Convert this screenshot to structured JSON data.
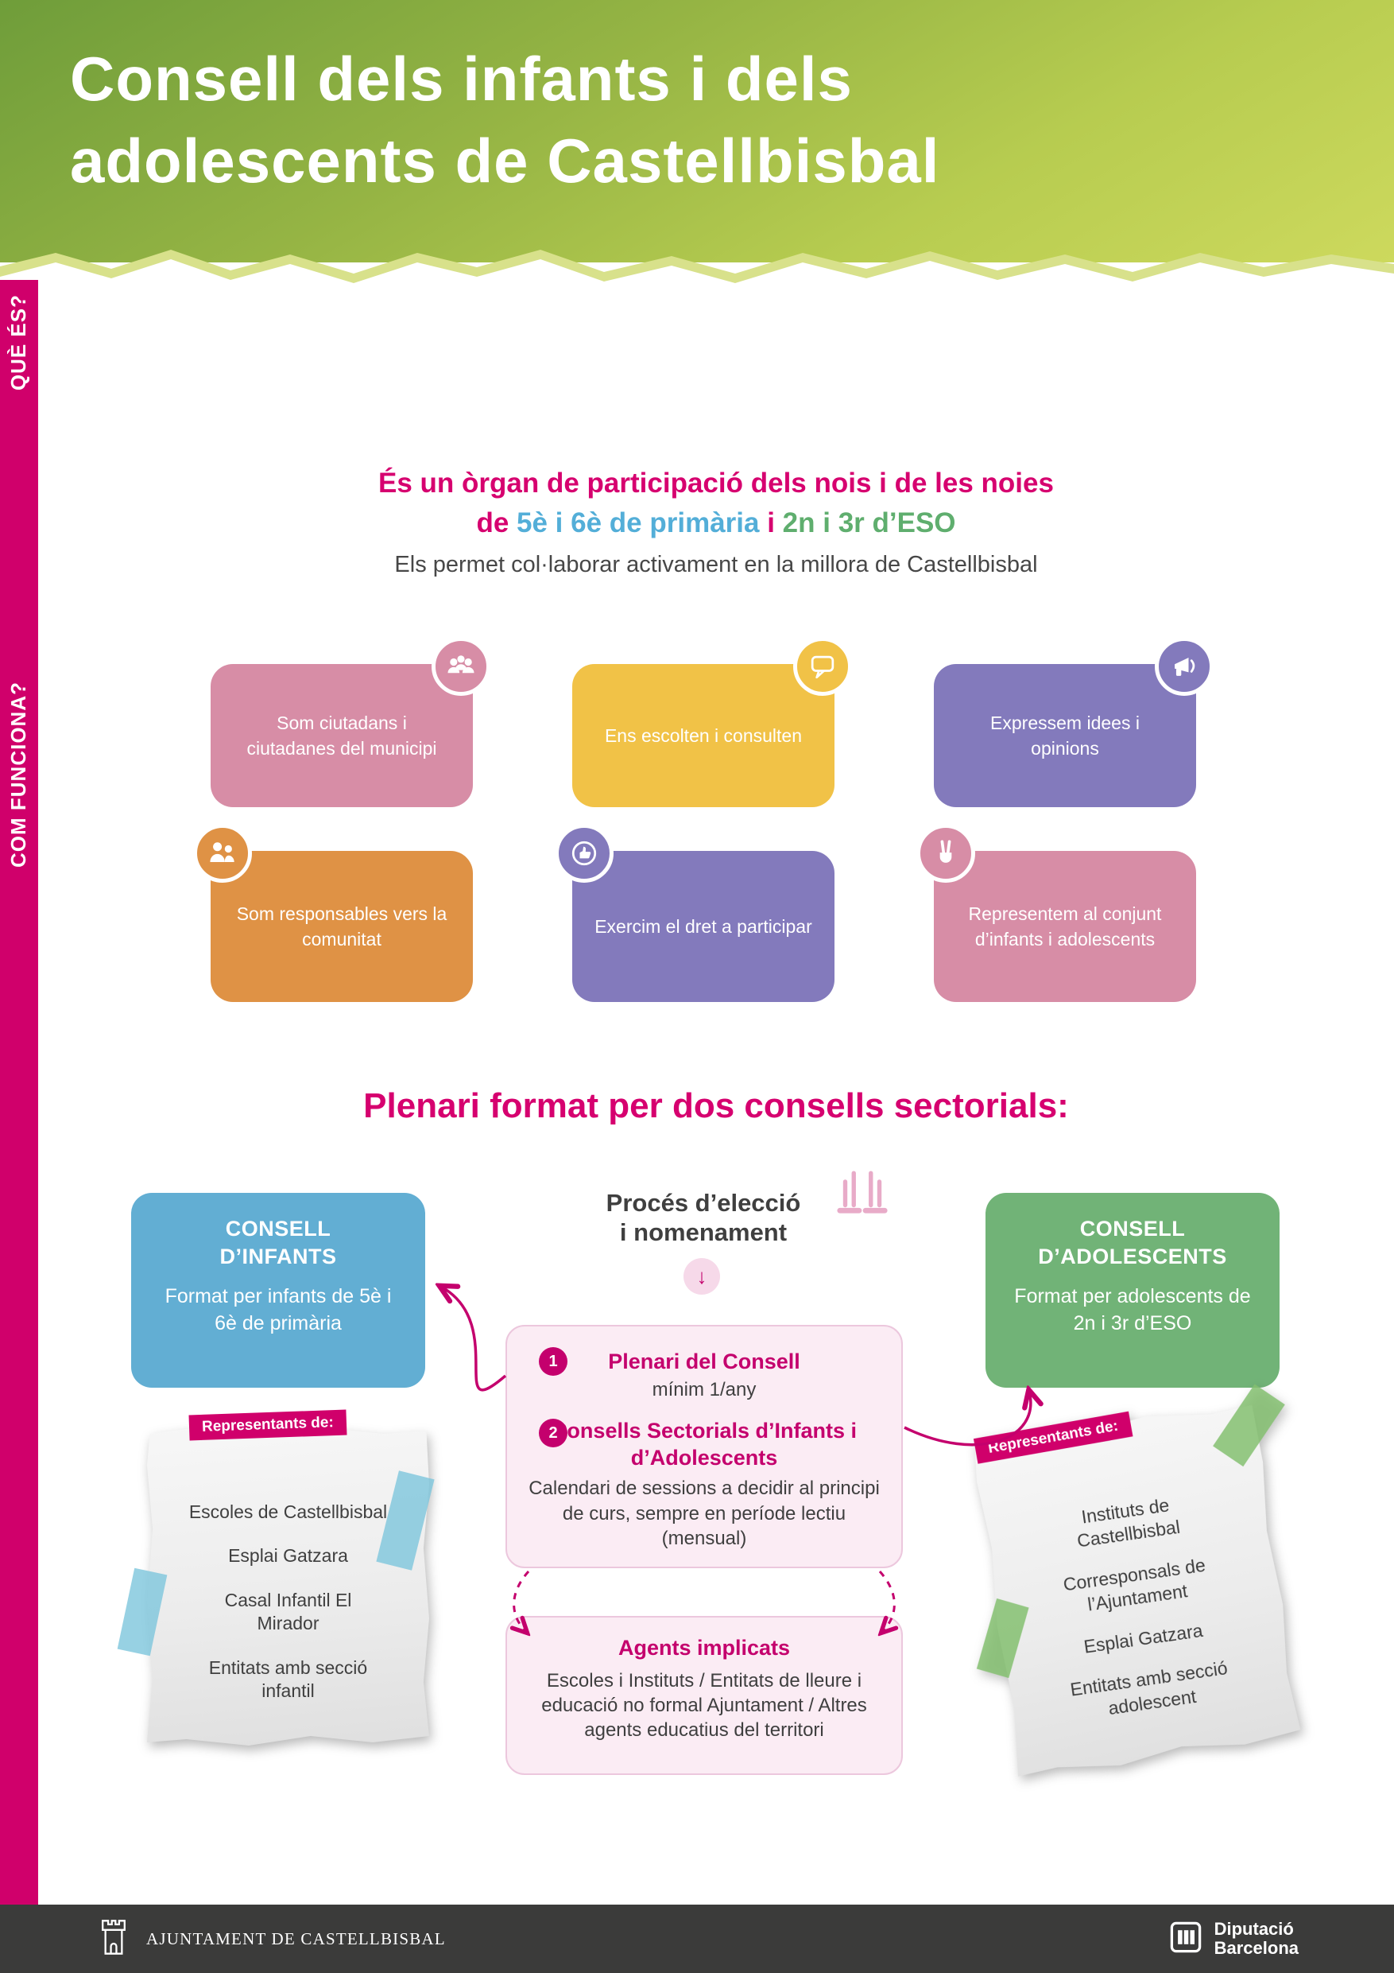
{
  "colors": {
    "magenta": "#d0006b",
    "magenta_accent": "#c4006d",
    "header_green_dark": "#6f9d3a",
    "header_green_light": "#cdd95d",
    "blue": "#62aed3",
    "green": "#71b377",
    "rose": "#d78da6",
    "yellow": "#f1c247",
    "purple": "#837abc",
    "orange": "#df9245",
    "pink_box_bg": "#fbecf4",
    "footer_bg": "#3b3b3a"
  },
  "header": {
    "title_line1": "Consell dels infants i dels",
    "title_line2": "adolescents de Castellbisbal"
  },
  "sidebar": {
    "label_que_es": "QUÈ ÉS?",
    "label_com_funciona": "COM FUNCIONA?"
  },
  "intro": {
    "line1": "És un òrgan de participació dels nois i de les noies",
    "line2_prefix": "de ",
    "line2_primaria": "5è i 6è de primària",
    "line2_connector": " i ",
    "line2_eso": "2n i 3r d’ESO",
    "line3": "Els permet col·laborar activament en la millora de Castellbisbal"
  },
  "cards": [
    {
      "text": "Som ciutadans i ciutadanes del municipi",
      "color": "#d78da6",
      "icon": "citizens-group-icon"
    },
    {
      "text": "Ens escolten i consulten",
      "color": "#f1c247",
      "icon": "speech-bubble-icon"
    },
    {
      "text": "Expressem idees i opinions",
      "color": "#837abc",
      "icon": "megaphone-icon"
    },
    {
      "text": "Som responsables vers la comunitat",
      "color": "#df9245",
      "icon": "community-people-icon"
    },
    {
      "text": "Exercim el dret a participar",
      "color": "#837abc",
      "icon": "thumbs-up-icon"
    },
    {
      "text": "Representem al conjunt d’infants i adolescents",
      "color": "#d78da6",
      "icon": "victory-hand-icon"
    }
  ],
  "how": {
    "heading": "Plenari format per dos consells sectorials:",
    "consell_infants": {
      "title": "CONSELL D’INFANTS",
      "body": "Format per infants de 5è i 6è de primària"
    },
    "consell_adolescents": {
      "title": "CONSELL D’ADOLESCENTS",
      "body": "Format per adolescents de 2n i 3r d’ESO"
    },
    "process": {
      "title_line1": "Procés d’elecció",
      "title_line2": "i nomenament",
      "arrow": "↓"
    },
    "plenari_box": {
      "item1_num": "1",
      "item1_title": "Plenari del Consell",
      "item1_body": "mínim 1/any",
      "item2_num": "2",
      "item2_title": "Consells Sectorials d’Infants i d’Adolescents",
      "item2_body": "Calendari de sessions a decidir al principi de curs, sempre en període lectiu (mensual)"
    },
    "agents_box": {
      "title": "Agents implicats",
      "body": "Escoles i Instituts / Entitats de lleure i educació no formal Ajuntament / Altres agents educatius del territori"
    },
    "left_note": {
      "banner": "Representants de:",
      "items": [
        "Escoles de Castellbisbal",
        "Esplai Gatzara",
        "Casal Infantil El Mirador",
        "Entitats amb secció infantil"
      ]
    },
    "right_note": {
      "banner": "Representants de:",
      "items": [
        "Instituts de Castellbisbal",
        "Corresponsals de l’Ajuntament",
        "Esplai Gatzara",
        "Entitats amb secció adolescent"
      ]
    }
  },
  "footer": {
    "ajuntament": "AJUNTAMENT DE CASTELLBISBAL",
    "diputacio_line1": "Diputació",
    "diputacio_line2": "Barcelona"
  }
}
